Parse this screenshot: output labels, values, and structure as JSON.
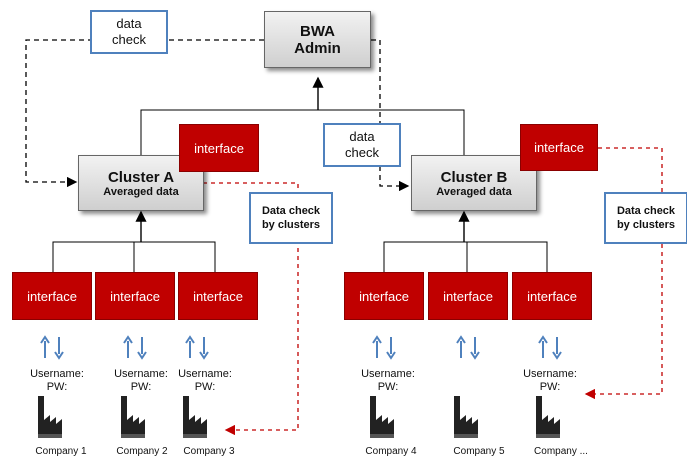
{
  "admin": {
    "line1": "BWA",
    "line2": "Admin"
  },
  "clusters": [
    {
      "title": "Cluster A",
      "subtitle": "Averaged data"
    },
    {
      "title": "Cluster B",
      "subtitle": "Averaged data"
    }
  ],
  "interface_label": "interface",
  "data_check": {
    "line1": "data",
    "line2": "check"
  },
  "data_check_clusters": {
    "line1": "Data check",
    "line2": "by clusters"
  },
  "credentials": {
    "username": "Username:",
    "pw": "PW:"
  },
  "companies": [
    "Company 1",
    "Company 2",
    "Company 3",
    "Company 4",
    "Company 5",
    "Company ..."
  ],
  "colors": {
    "interface_red": "#c00000",
    "arrow_blue": "#4f81bd",
    "dashed_red": "#c00000",
    "note_border": "#4f81bd"
  }
}
